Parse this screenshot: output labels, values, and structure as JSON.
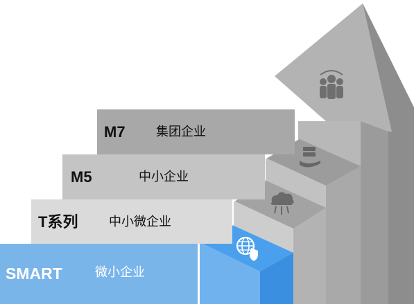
{
  "levels": [
    {
      "code": "M7",
      "desc": "集团企业",
      "icon": "team-icon"
    },
    {
      "code": "M5",
      "desc": "中小企业",
      "icon": "server-hand-icon"
    },
    {
      "code": "T系列",
      "desc": "中小微企业",
      "icon": "cloud-network-icon"
    },
    {
      "code": "SMART",
      "desc": "微小企业",
      "icon": "globe-shield-icon"
    }
  ],
  "colors": {
    "accent_blue": "#3a96e8",
    "light_blue": "#7ab5ea",
    "gray_dark": "#a8a8a8",
    "gray_mid": "#c4c4c4",
    "gray_light": "#dadada"
  }
}
